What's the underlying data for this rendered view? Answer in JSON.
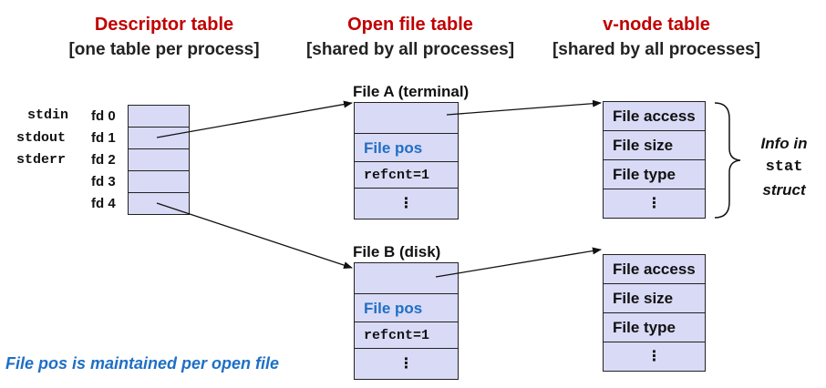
{
  "headers": {
    "descriptor": {
      "title": "Descriptor table",
      "subtitle": "[one table per process]"
    },
    "open_file": {
      "title": "Open file table",
      "subtitle": "[shared by all processes]"
    },
    "vnode": {
      "title": "v-node table",
      "subtitle": "[shared by all processes]"
    }
  },
  "descriptor_table": {
    "rows": [
      {
        "std": "stdin",
        "fd": "fd 0"
      },
      {
        "std": "stdout",
        "fd": "fd 1"
      },
      {
        "std": "stderr",
        "fd": "fd 2"
      },
      {
        "std": "",
        "fd": "fd 3"
      },
      {
        "std": "",
        "fd": "fd 4"
      }
    ]
  },
  "file_a": {
    "label": "File A (terminal)",
    "pos": "File pos",
    "refcnt": "refcnt=1",
    "dots": "⋮"
  },
  "file_b": {
    "label": "File B (disk)",
    "pos": "File pos",
    "refcnt": "refcnt=1",
    "dots": "⋮"
  },
  "vnode_a": {
    "access": "File access",
    "size": "File size",
    "type": "File type",
    "dots": "⋮"
  },
  "vnode_b": {
    "access": "File access",
    "size": "File size",
    "type": "File type",
    "dots": "⋮"
  },
  "stat_info": {
    "line1": "Info in",
    "line2": "stat",
    "line3": "struct"
  },
  "note": "File pos is maintained per open file",
  "colors": {
    "cell_fill": "#d9daf6",
    "header_red": "#c00000",
    "blue": "#1f6fc5"
  }
}
